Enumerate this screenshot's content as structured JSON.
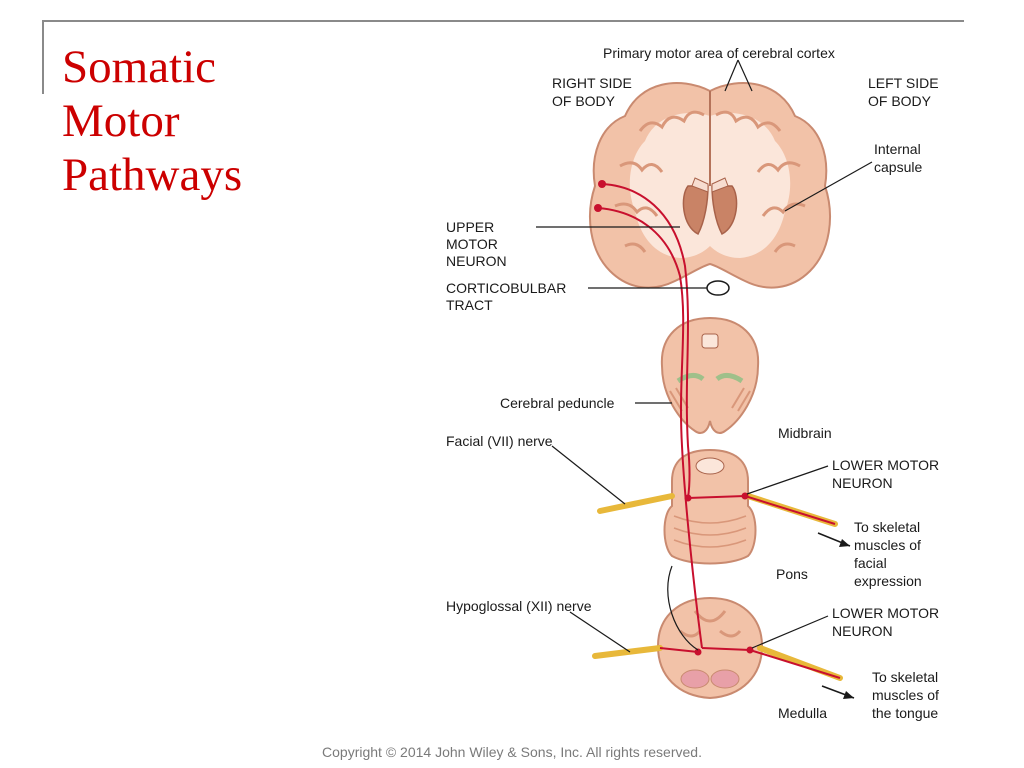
{
  "slide": {
    "title_lines": [
      "Somatic",
      "Motor",
      "Pathways"
    ],
    "copyright": "Copyright © 2014 John Wiley & Sons, Inc. All rights reserved.",
    "accent_color": "#cc0000"
  },
  "figure": {
    "labels": {
      "cortex": "Primary motor area of cerebral cortex",
      "right_side_1": "RIGHT SIDE",
      "right_side_2": "OF BODY",
      "left_side_1": "LEFT SIDE",
      "left_side_2": "OF BODY",
      "internal_capsule_1": "Internal",
      "internal_capsule_2": "capsule",
      "upper_motor_1": "UPPER",
      "upper_motor_2": "MOTOR",
      "upper_motor_3": "NEURON",
      "corticobulbar_1": "CORTICOBULBAR",
      "corticobulbar_2": "TRACT",
      "cerebral_peduncle": "Cerebral peduncle",
      "midbrain": "Midbrain",
      "facial_nerve": "Facial (VII) nerve",
      "lower_motor_a_1": "LOWER MOTOR",
      "lower_motor_a_2": "NEURON",
      "facial_target_1": "To skeletal",
      "facial_target_2": "muscles of",
      "facial_target_3": "facial",
      "facial_target_4": "expression",
      "pons": "Pons",
      "hypoglossal_nerve": "Hypoglossal (XII) nerve",
      "lower_motor_b_1": "LOWER MOTOR",
      "lower_motor_b_2": "NEURON",
      "tongue_target_1": "To skeletal",
      "tongue_target_2": "muscles of",
      "tongue_target_3": "the tongue",
      "medulla": "Medulla"
    },
    "colors": {
      "tissue": "#f2c2a8",
      "tissue_dark": "#d9977a",
      "white_matter": "#fbe6da",
      "nerve": "#e8b83a",
      "pathway": "#c8102e"
    }
  }
}
